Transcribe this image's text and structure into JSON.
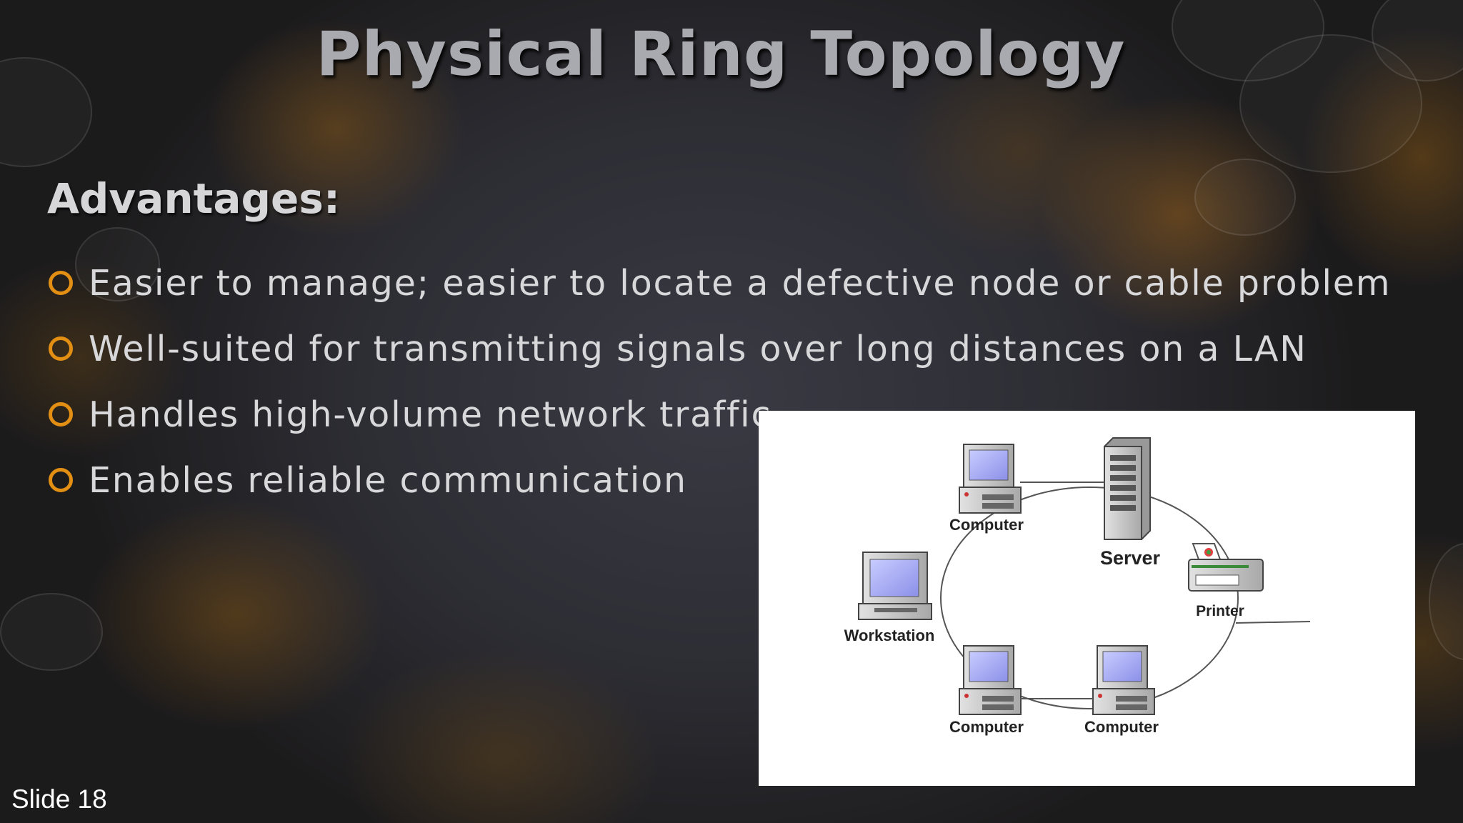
{
  "slide": {
    "title": "Physical Ring Topology",
    "heading": "Advantages:",
    "bullets": [
      "Easier to manage; easier to locate a defective node or cable problem",
      "Well-suited for transmitting signals over long distances on a LAN",
      "Handles high-volume network traffic",
      "Enables reliable communication"
    ],
    "slide_number": "Slide 18",
    "accent_color": "#e38f14"
  },
  "diagram": {
    "nodes": {
      "computer_top": "Computer",
      "server": "Server",
      "printer": "Printer",
      "workstation": "Workstation",
      "computer_bottom_left": "Computer",
      "computer_bottom_right": "Computer"
    }
  }
}
